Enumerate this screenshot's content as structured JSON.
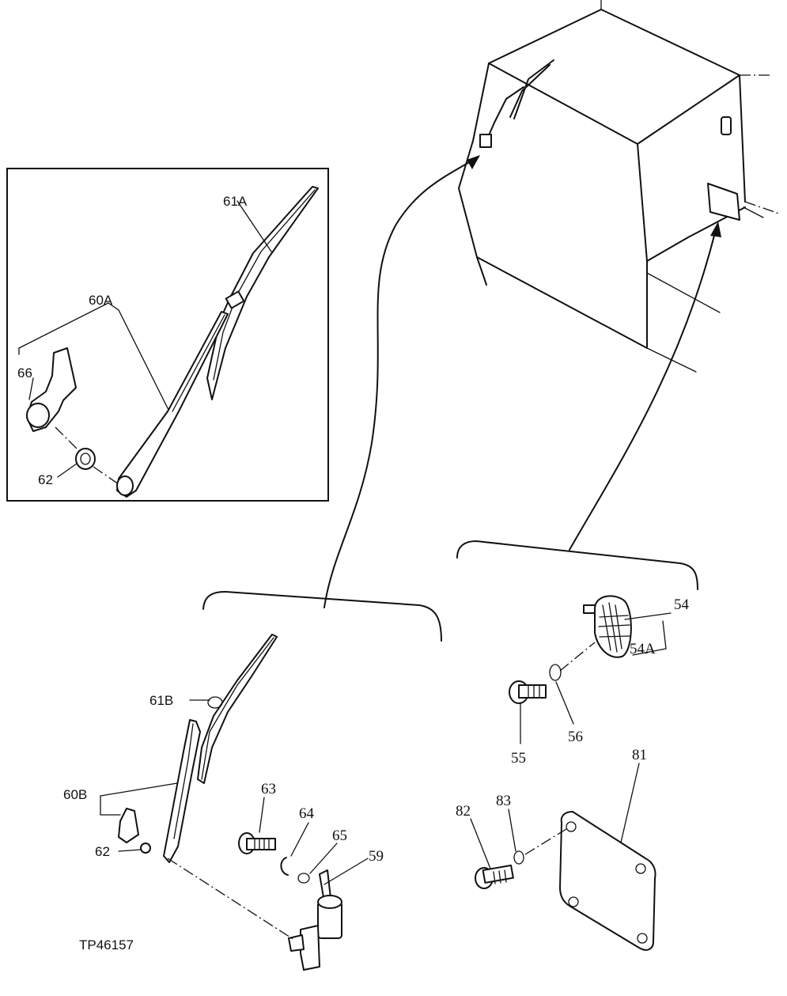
{
  "figure_id": "TP46157",
  "callouts": {
    "c61A": "61A",
    "c60A": "60A",
    "c66": "66",
    "c62a": "62",
    "c61B": "61B",
    "c60B": "60B",
    "c62b": "62",
    "c63": "63",
    "c64": "64",
    "c65": "65",
    "c59": "59",
    "c54": "54",
    "c54A": "54A",
    "c55": "55",
    "c56": "56",
    "c81": "81",
    "c82": "82",
    "c83": "83"
  }
}
